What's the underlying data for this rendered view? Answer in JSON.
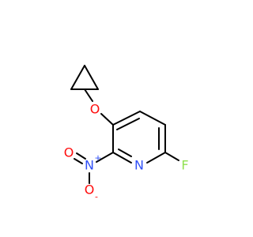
{
  "atoms": {
    "oxygen_ether": "O",
    "nitrogen_ring": "N",
    "fluorine": "F",
    "nitrogen_nitro": "N",
    "oxygen_nitro_double": "O",
    "oxygen_nitro_single": "O",
    "charge_plus": "+",
    "charge_minus": "-"
  },
  "colors": {
    "bond": "#000000",
    "oxygen": "#ff0d0d",
    "nitrogen": "#3050f8",
    "fluorine": "#90e050"
  }
}
